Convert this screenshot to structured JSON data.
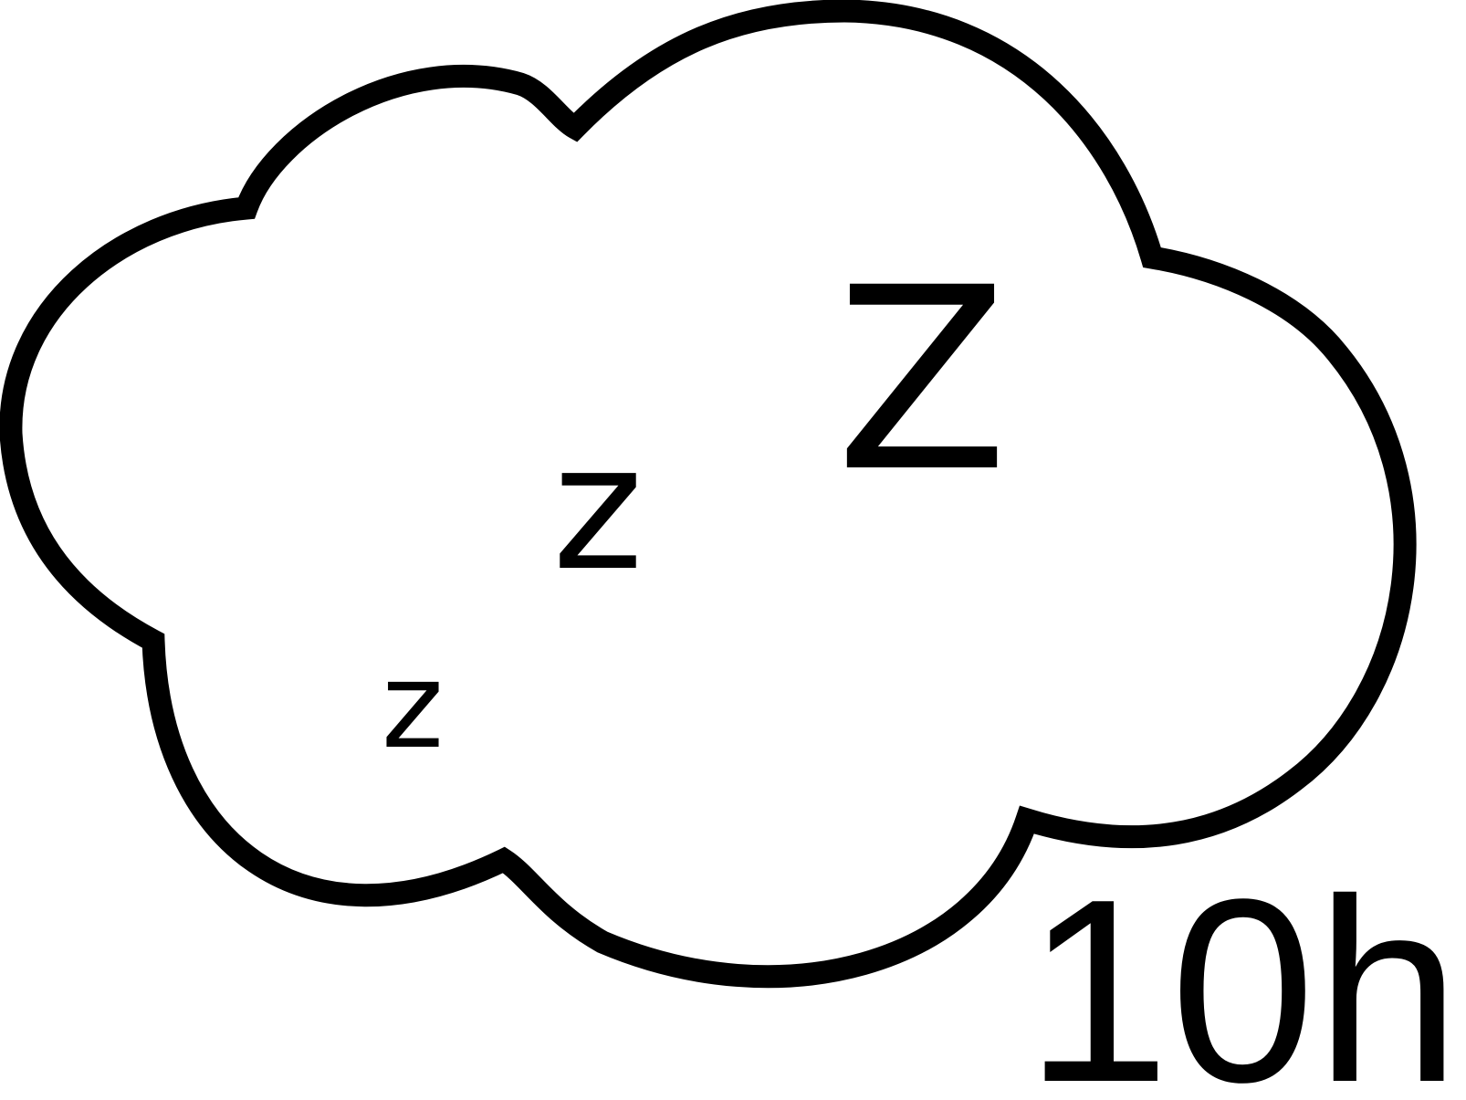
{
  "sleep_cloud": {
    "z_small": "z",
    "z_medium": "z",
    "z_large": "Z",
    "duration": "10h"
  },
  "colors": {
    "stroke": "#000000",
    "background": "#ffffff"
  }
}
